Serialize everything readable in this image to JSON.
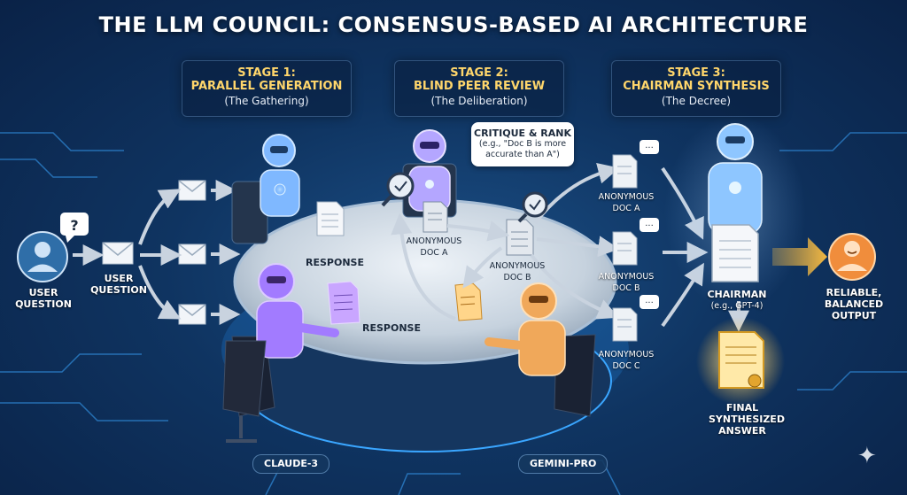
{
  "title": "THE LLM COUNCIL: CONSENSUS-BASED AI ARCHITECTURE",
  "stages": [
    {
      "number": "STAGE 1:",
      "name": "PARALLEL GENERATION",
      "subtitle": "(The Gathering)"
    },
    {
      "number": "STAGE 2:",
      "name": "BLIND PEER REVIEW",
      "subtitle": "(The Deliberation)"
    },
    {
      "number": "STAGE 3:",
      "name": "CHAIRMAN SYNTHESIS",
      "subtitle": "(The Decree)"
    }
  ],
  "user": {
    "label": "USER\nQUESTION",
    "bubble_glyph": "?"
  },
  "question": {
    "label": "USER\nQUESTION"
  },
  "responses": {
    "top": "RESPONSE",
    "bottom": "RESPONSE"
  },
  "review": {
    "critique_title": "CRITIQUE & RANK",
    "critique_example": "(e.g., \"Doc B is more\naccurate than A\")",
    "table_doc_a": "ANONYMOUS\nDOC A",
    "table_doc_b": "ANONYMOUS\nDOC B"
  },
  "anon_docs": [
    {
      "label": "ANONYMOUS\nDOC A"
    },
    {
      "label": "ANONYMOUS\nDOC B"
    },
    {
      "label": "ANONYMOUS\nDOC C"
    }
  ],
  "chairman": {
    "label": "CHAIRMAN",
    "model": "(e.g., GPT-4)"
  },
  "final_answer": "FINAL\nSYNTHESIZED\nANSWER",
  "output": "RELIABLE,\nBALANCED\nOUTPUT",
  "models": {
    "left": "CLAUDE-3",
    "right": "GEMINI-PRO"
  },
  "colors": {
    "background": "#0f3461",
    "accent_yellow": "#ffd66b",
    "robot_blue": "#7fb8ff",
    "robot_purple": "#a27bff",
    "robot_orange": "#f0a85a",
    "circuit": "#3aa6ff",
    "arrow": "#c9d3df",
    "output_arrow": "#f4b942"
  }
}
